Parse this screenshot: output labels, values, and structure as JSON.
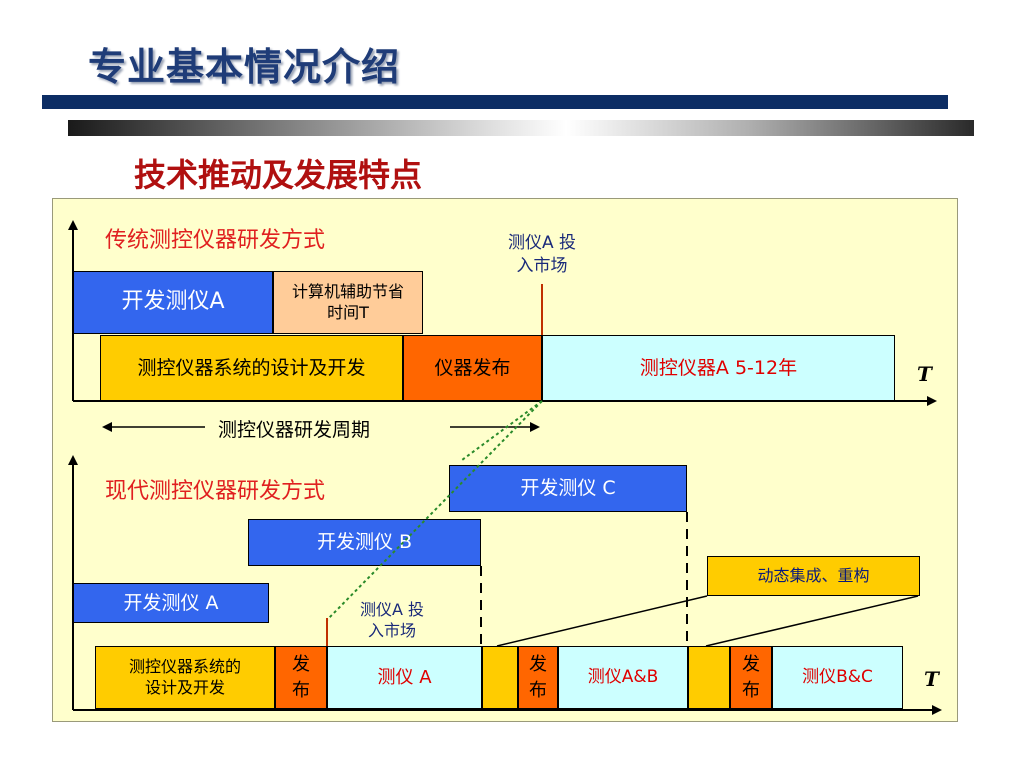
{
  "header": {
    "title": "专业基本情况介绍",
    "subtitle": "技术推动及发展特点"
  },
  "traditional": {
    "heading": "传统测控仪器研发方式",
    "dev_a": "开发测仪A",
    "computer_aid": "计算机辅助节省时间T",
    "system_design": "测控仪器系统的设计及开发",
    "release": "仪器发布",
    "market_life": "测控仪器A  5-12年",
    "launch_label_l1": "测仪A  投",
    "launch_label_l2": "入市场",
    "cycle_label": "测控仪器研发周期",
    "axis_label": "T"
  },
  "modern": {
    "heading": "现代测控仪器研发方式",
    "dev_a": "开发测仪 A",
    "dev_b": "开发测仪 B",
    "dev_c": "开发测仪 C",
    "integration": "动态集成、重构",
    "launch_label_l1": "测仪A  投",
    "launch_label_l2": "入市场",
    "system_design_l1": "测控仪器系统的",
    "system_design_l2": "设计及开发",
    "release_l1": "发",
    "release_l2": "布",
    "product_a": "测仪  A",
    "product_ab": "测仪A&B",
    "product_bc": "测仪B&C",
    "axis_label": "T"
  },
  "colors": {
    "title": "#1f3c78",
    "subtitle": "#b01010",
    "panel": "#ffffcc",
    "dev_box": "#3366ee",
    "design_box": "#ffcc00",
    "release_box": "#ff6600",
    "market_box": "#ccffff",
    "aid_box": "#ffcc99",
    "heading_red": "#e02020"
  }
}
